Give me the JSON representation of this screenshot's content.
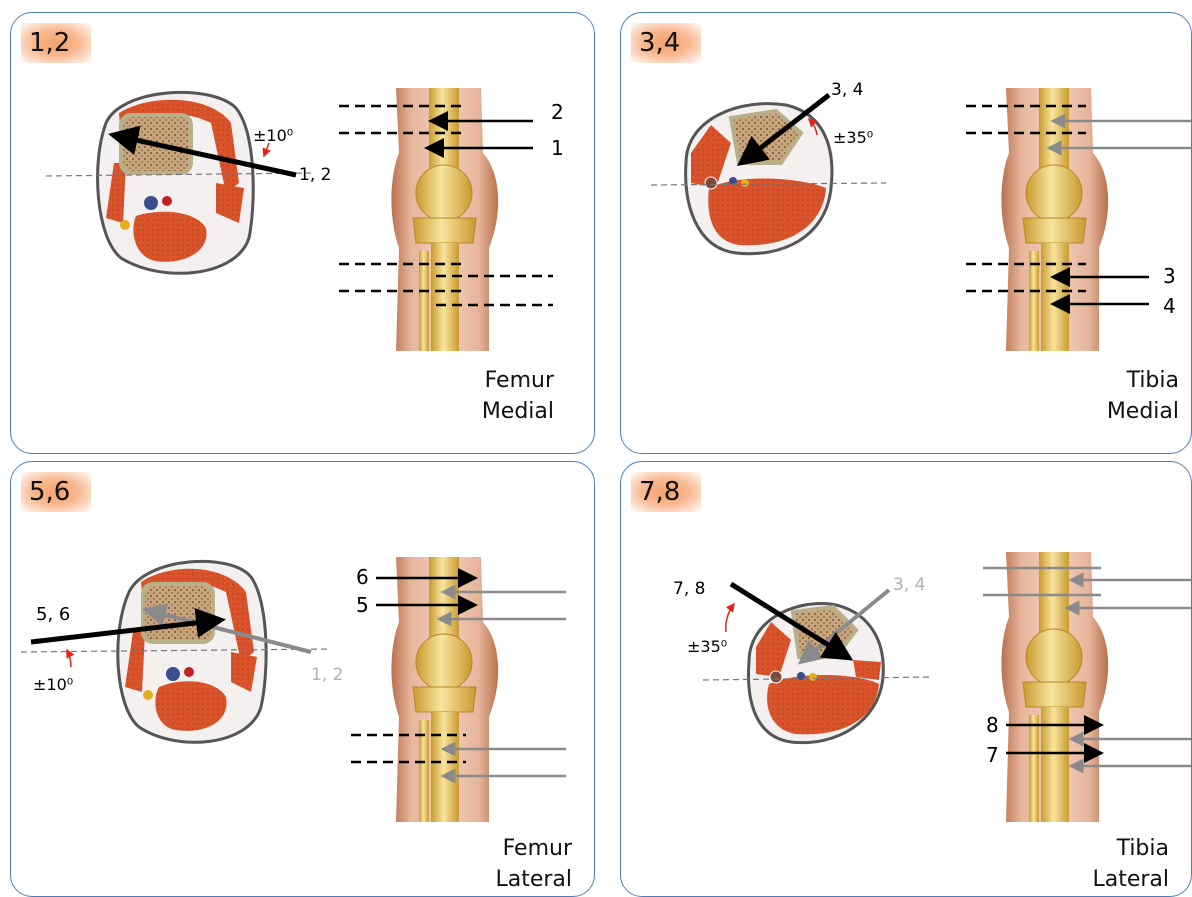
{
  "panels": [
    {
      "tag": "1,2",
      "caption_line1": "Femur",
      "caption_line2": "Medial",
      "labels": {
        "probe": "1, 2",
        "upper_a": "2",
        "upper_b": "1",
        "angle": "±10⁰"
      }
    },
    {
      "tag": "3,4",
      "caption_line1": "Tibia",
      "caption_line2": "Medial",
      "labels": {
        "probe": "3, 4",
        "angle": "±35⁰",
        "lower_a": "3",
        "lower_b": "4"
      }
    },
    {
      "tag": "5,6",
      "caption_line1": "Femur",
      "caption_line2": "Lateral",
      "labels": {
        "probe": "5, 6",
        "ghost": "1, 2",
        "angle": "±10⁰",
        "upper_a": "6",
        "upper_b": "5"
      }
    },
    {
      "tag": "7,8",
      "caption_line1": "Tibia",
      "caption_line2": "Lateral",
      "labels": {
        "probe": "7, 8",
        "ghost": "3, 4",
        "angle": "±35⁰",
        "lower_a": "8",
        "lower_b": "7"
      }
    }
  ],
  "colors": {
    "border": "#4f7fb8",
    "arrow": "#000000",
    "ghost_arrow": "#8a8a8a",
    "angle_arrow": "#e0251b",
    "muscle": "#d9532b",
    "bone": "#e9c25a"
  }
}
